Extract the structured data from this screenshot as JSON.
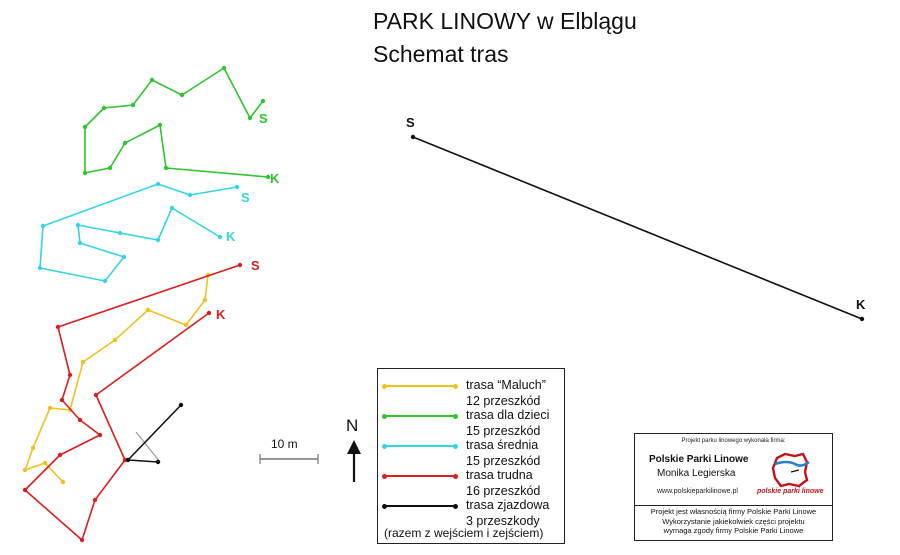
{
  "title": {
    "line1": "PARK LINOWY w Elblągu",
    "line2": "Schemat tras"
  },
  "routes": [
    {
      "id": "maluch",
      "color": "#f2c01e",
      "points": [
        [
          208,
          275
        ],
        [
          205,
          300
        ],
        [
          186,
          325
        ],
        [
          148,
          310
        ],
        [
          115,
          340
        ],
        [
          83,
          362
        ],
        [
          70,
          410
        ],
        [
          50,
          408
        ],
        [
          33,
          448
        ],
        [
          25,
          470
        ],
        [
          45,
          463
        ],
        [
          63,
          482
        ]
      ],
      "start_label": "",
      "end_label": ""
    },
    {
      "id": "dzieci",
      "color": "#2fc52f",
      "points": [
        [
          263,
          101
        ],
        [
          250,
          118
        ],
        [
          224,
          68
        ],
        [
          182,
          95
        ],
        [
          152,
          80
        ],
        [
          133,
          105
        ],
        [
          104,
          108
        ],
        [
          85,
          127
        ],
        [
          85,
          173
        ],
        [
          110,
          168
        ],
        [
          125,
          143
        ],
        [
          160,
          125
        ],
        [
          166,
          168
        ],
        [
          268,
          177
        ]
      ],
      "start_label": "S",
      "end_label": "K",
      "start_pos": "right",
      "end_pos": "right"
    },
    {
      "id": "srednia",
      "color": "#34d4e6",
      "points": [
        [
          237,
          187
        ],
        [
          190,
          195
        ],
        [
          158,
          184
        ],
        [
          43,
          226
        ],
        [
          40,
          268
        ],
        [
          105,
          281
        ],
        [
          124,
          257
        ],
        [
          80,
          243
        ],
        [
          78,
          225
        ],
        [
          120,
          233
        ],
        [
          158,
          240
        ],
        [
          172,
          208
        ],
        [
          220,
          237
        ]
      ],
      "start_label": "S",
      "end_label": "K"
    },
    {
      "id": "trudna",
      "color": "#db1e1e",
      "points": [
        [
          240,
          265
        ],
        [
          58,
          327
        ],
        [
          70,
          375
        ],
        [
          62,
          400
        ],
        [
          80,
          420
        ],
        [
          100,
          435
        ],
        [
          60,
          455
        ],
        [
          25,
          490
        ],
        [
          82,
          540
        ],
        [
          95,
          500
        ],
        [
          125,
          460
        ],
        [
          96,
          395
        ],
        [
          209,
          313
        ]
      ],
      "start_label": "S",
      "end_label": "K"
    },
    {
      "id": "zjazdowa",
      "color": "#111111",
      "points": [
        [
          181,
          405
        ],
        [
          128,
          460
        ],
        [
          158,
          462
        ]
      ],
      "start_label": "",
      "end_label": ""
    },
    {
      "id": "zjazd-zoom",
      "color": "#111111",
      "points": [
        [
          413,
          137
        ],
        [
          862,
          319
        ]
      ],
      "start_label": "S",
      "end_label": "K"
    }
  ],
  "gray_line": [
    [
      136,
      432
    ],
    [
      160,
      462
    ]
  ],
  "legend": {
    "items": [
      {
        "color": "#f2c01e",
        "name": "trasa “Maluch”",
        "count": "12 przeszkód"
      },
      {
        "color": "#2fc52f",
        "name": "trasa dla dzieci",
        "count": "15 przeszkód"
      },
      {
        "color": "#34d4e6",
        "name": "trasa średnia",
        "count": "15 przeszkód"
      },
      {
        "color": "#db1e1e",
        "name": "trasa trudna",
        "count": "16 przeszkód"
      },
      {
        "color": "#111111",
        "name": "trasa zjazdowa",
        "count": "3 przeszkody"
      }
    ],
    "footnote": "(razem z wejściem i zejściem)"
  },
  "scale": {
    "label": "10 m"
  },
  "north": {
    "label": "N"
  },
  "credit": {
    "made_by": "Projekt parku linowego wykonała firma:",
    "company": "Polskie Parki Linowe",
    "person": "Monika Legierska",
    "website": "www.polskieparkilinowe.pl",
    "logo_text": "polskie parki linowe",
    "notice1": "Projekt jest własnością firmy Polskie Parki Linowe",
    "notice2": "Wykorzystanie jakiekolwiek części projektu",
    "notice3": "wymaga zgody firmy Polskie Parki Linowe"
  }
}
